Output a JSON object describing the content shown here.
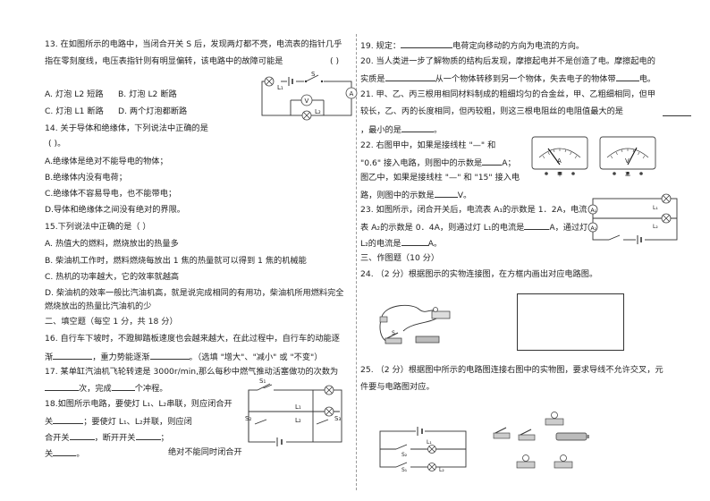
{
  "left": {
    "q13": {
      "line1": "13. 在如图所示的电路中，当闭合开关 S 后，发现两灯都不亮，电流表的指针几乎",
      "line2": "指在零刻度线，电压表指针则有明显偏转，该电路中的故障可能是",
      "bracket": "(        )",
      "optA": "A. 灯泡 L2 短路",
      "optB": "B. 灯泡 L2 断路",
      "optC": "C. 灯泡 L1 断路",
      "optD": "D. 两个灯泡都断路",
      "fig": {
        "l1": "L₁",
        "s": "S",
        "a": "A",
        "v": "V",
        "l2": "L₂"
      }
    },
    "q14": {
      "line1": "14. 关于导体和绝缘体，下列说法中正确的是",
      "bracket": "(      )。",
      "optA": "A.绝缘体是绝对不能导电的物体；",
      "optB": "B.绝缘体内没有电荷；",
      "optC": "C.绝缘体不容易导电，也不能带电；",
      "optD": "D.导体和绝缘体之间没有绝对的界限。"
    },
    "q15": {
      "line1": "15.下列说法中正确的是（      ）",
      "optA": "A. 热值大的燃料，燃烧放出的热量多",
      "optB": "B. 柴油机工作时，燃料燃烧每放出 1 焦的热量就可以得到 1 焦的机械能",
      "optC": "C. 热机的功率越大，它的效率就越高",
      "optD1": "D. 柴油机的效率一般比汽油机高，就是说完成相同的有用功，柴油机所用燃料完全",
      "optD2": "燃烧放出的热量比汽油机的少"
    },
    "section2": "二、填空题（每空 1 分，共 18 分）",
    "q16": {
      "line1": "16. 自行车下坡时，不蹬脚踏板速度也会越来越大，在此过程中，自行车的动能逐",
      "line2a": "渐",
      "line2b": "，重力势能逐渐",
      "line2c": "。（选填 \"增大\"、\"减小\" 或 \"不变\"）"
    },
    "q17": {
      "line1": "17. 某单缸汽油机飞轮转速是 3000r/min,那么每秒中燃气推动活塞做功的次数为",
      "line2a": "次，完成",
      "line2b": "个冲程。"
    },
    "q18": {
      "line1": "18.如图所示电路，要使灯 L₁、L₂串联，则应闭合开",
      "line2a": "关",
      "line2b": "；要使灯 L₁、L₂并联，则应闭",
      "line3a": "合开关",
      "line3b": "，断开开关",
      "line3c": "；",
      "line4a": "关",
      "line4b": "。",
      "line4c": "绝对不能同时闭合开",
      "fig": {
        "s1": "S₁",
        "s2": "S₂",
        "s3": "S₃",
        "l1": "L₁",
        "l2": "L₂"
      }
    }
  },
  "right": {
    "q19": {
      "a": "19. 规定：",
      "b": "电荷定向移动的方向为电流的方向。"
    },
    "q20": {
      "line1": "20. 当人类进一步了解物质的结构后发现，摩擦起电并不是创造了电。摩擦起电的",
      "line2a": "实质是",
      "line2b": "从一个物体转移到另一个物体，失去电子的物体带",
      "line2c": "电。"
    },
    "q21": {
      "line1": "21. 甲、乙、丙三根用相同材料制成的粗细均匀的合金丝，甲、乙粗细相同，但甲",
      "line2": "较长，乙、丙的长度相同，但丙较粗，则这三根电阻丝的电阻值最大的是",
      "line3": "，最小的是",
      "line3b": "。"
    },
    "q22": {
      "line1": "22. 右图甲中，如果是接线柱 \"—\" 和",
      "line2": "\"0.6\" 接入电路，则图中的示数是",
      "line2b": "A；",
      "line3": "图乙中，如果是接线柱 \"—\" 和 \"15\" 接入电",
      "line4": "路，则图中的示数是",
      "line4b": "V。",
      "fig": {
        "jia": "甲",
        "yi": "乙",
        "a": "A",
        "v": "V"
      }
    },
    "q23": {
      "line1": "23. 如图所示，闭合开关后，电流表 A₁的示数是 1．2A，电流",
      "line2": "表 A₂的示数是 0．4A，则通过灯 L₁的电流是",
      "line2b": "A，通过灯",
      "line3": "L₂的电流是",
      "line3b": "A。",
      "fig": {
        "a1": "A₁",
        "a2": "A₂",
        "l1": "L₁",
        "l2": "L₂"
      }
    },
    "section3": "三、作图题（10 分）",
    "q24": {
      "text": "24. （2 分）根据图示的实物连接图，在方框内画出对应电路图。",
      "fig_s": "S"
    },
    "q25": {
      "line1": "25. （2 分）根据图中所示的电路图连接右图中的实物图，要求导线不允许交叉，元",
      "line2": "件要与电路图对应。",
      "fig": {
        "s1": "S₁",
        "s2": "S₂",
        "l1": "L₁",
        "l2": "L₂"
      }
    }
  }
}
